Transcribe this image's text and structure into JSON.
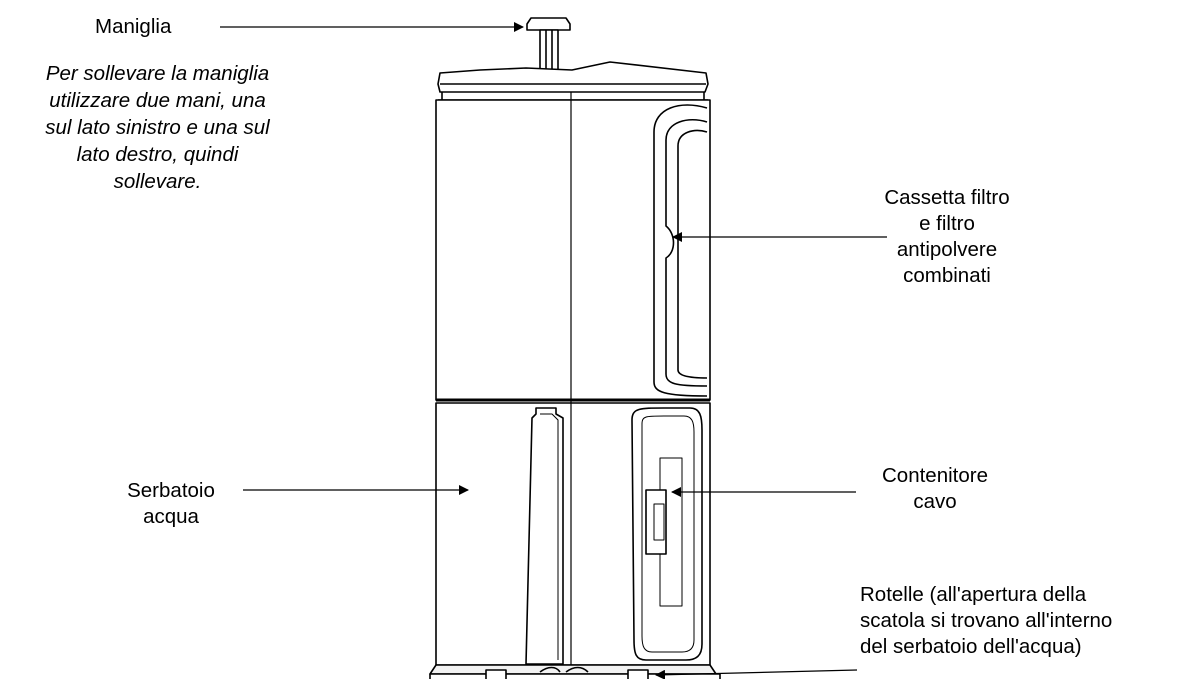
{
  "labels": {
    "handle": "Maniglia",
    "handle_note": [
      "Per sollevare la maniglia",
      "utilizzare due mani, una",
      "sul lato sinistro e una sul",
      "lato destro, quindi",
      "sollevare."
    ],
    "filter": [
      "Cassetta filtro",
      "e filtro",
      "antipolvere",
      "combinati"
    ],
    "tank": [
      "Serbatoio",
      "acqua"
    ],
    "cable": [
      "Contenitore",
      "cavo"
    ],
    "wheels": [
      "Rotelle (all'apertura della",
      "scatola si trovano all'interno",
      "del serbatoio dell'acqua)"
    ]
  },
  "colors": {
    "stroke": "#000000",
    "fill": "#ffffff",
    "shade": "#f2f2f2"
  }
}
